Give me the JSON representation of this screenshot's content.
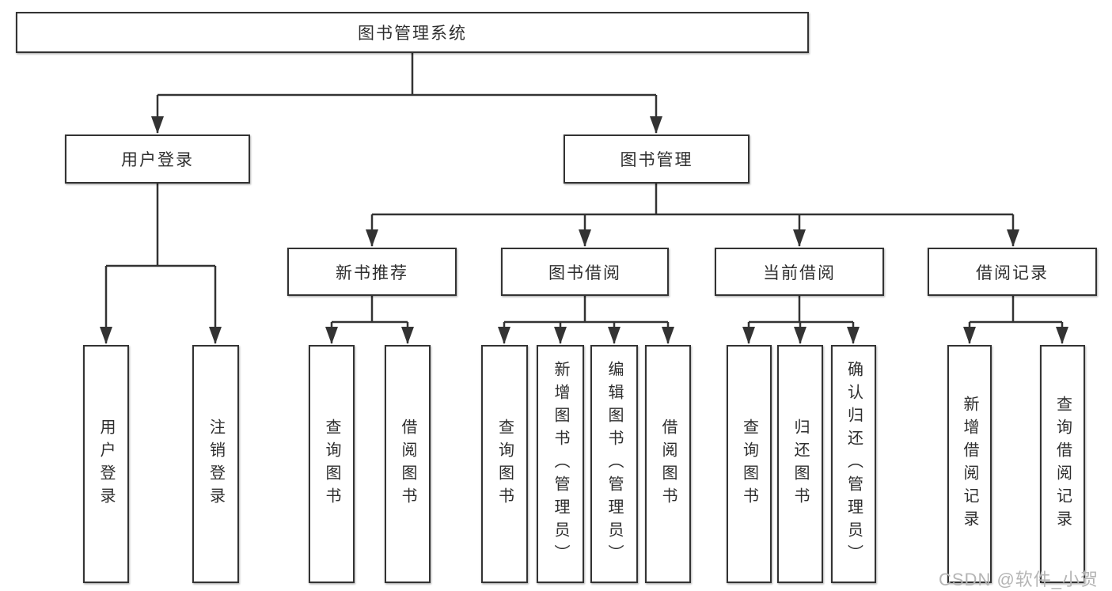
{
  "diagram": {
    "root": {
      "label": "图书管理系统"
    },
    "branches": [
      {
        "label": "用户登录",
        "leaves": [
          {
            "label": "用户登录"
          },
          {
            "label": "注销登录"
          }
        ]
      },
      {
        "label": "图书管理",
        "groups": [
          {
            "label": "新书推荐",
            "leaves": [
              {
                "label": "查询图书"
              },
              {
                "label": "借阅图书"
              }
            ]
          },
          {
            "label": "图书借阅",
            "leaves": [
              {
                "label": "查询图书"
              },
              {
                "label": "新增图书（管理员）"
              },
              {
                "label": "编辑图书（管理员）"
              },
              {
                "label": "借阅图书"
              }
            ]
          },
          {
            "label": "当前借阅",
            "leaves": [
              {
                "label": "查询图书"
              },
              {
                "label": "归还图书"
              },
              {
                "label": "确认归还（管理员）"
              }
            ]
          },
          {
            "label": "借阅记录",
            "leaves": [
              {
                "label": "新增借阅记录"
              },
              {
                "label": "查询借阅记录"
              }
            ]
          }
        ]
      }
    ]
  },
  "watermark": {
    "text": "CSDN @软件_小贺同学"
  },
  "colors": {
    "line": "#333333",
    "box_border": "#333333",
    "text": "#2e2e2e",
    "watermark": "#b5b5b5",
    "background": "#ffffff"
  }
}
